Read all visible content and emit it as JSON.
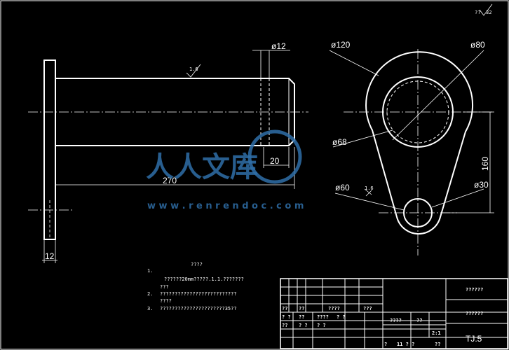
{
  "dimensions": {
    "shaft_dia": "ø12",
    "shaft_len": "270",
    "keyway_len": "20",
    "flange_thk": "12",
    "roughness_shaft": "1.6",
    "roughness_top": "32",
    "roughness_top_mark": "??",
    "roughness_arm": "1.6",
    "boss_dia": "ø120",
    "hole_dia": "ø80",
    "pitch_dia": "ø68",
    "small_dia": "ø60",
    "small_hole": "ø30",
    "center_dist": "160"
  },
  "notes": {
    "title": "????",
    "n1": "1.",
    "n1_text": "??????20mm?????.1.1.???????",
    "n1_cont": "???",
    "n2": "2.",
    "n2_text": "??????????????????????????",
    "n2_cont": "????",
    "n3": "3.",
    "n3_text": "??????????????????????35??"
  },
  "title_block": {
    "part_name": "??????",
    "school": "??????",
    "drawing_no": "TJ.5",
    "scale_label": "????",
    "scale_val": "??",
    "scale_num": "2:1",
    "c1": "??",
    "c2": "??",
    "c3": "????",
    "c4": "???",
    "r1": "? ?",
    "r2": "??",
    "r3": "????",
    "r4": "? ?",
    "r5": "??",
    "r6": "? ?",
    "r7": "? ?",
    "bot1": "?",
    "bot2": "11 ? ?",
    "bot3": "??"
  },
  "watermark": {
    "text": "人人文库",
    "url": "w w w . r e n r e n d o c . c o m"
  }
}
